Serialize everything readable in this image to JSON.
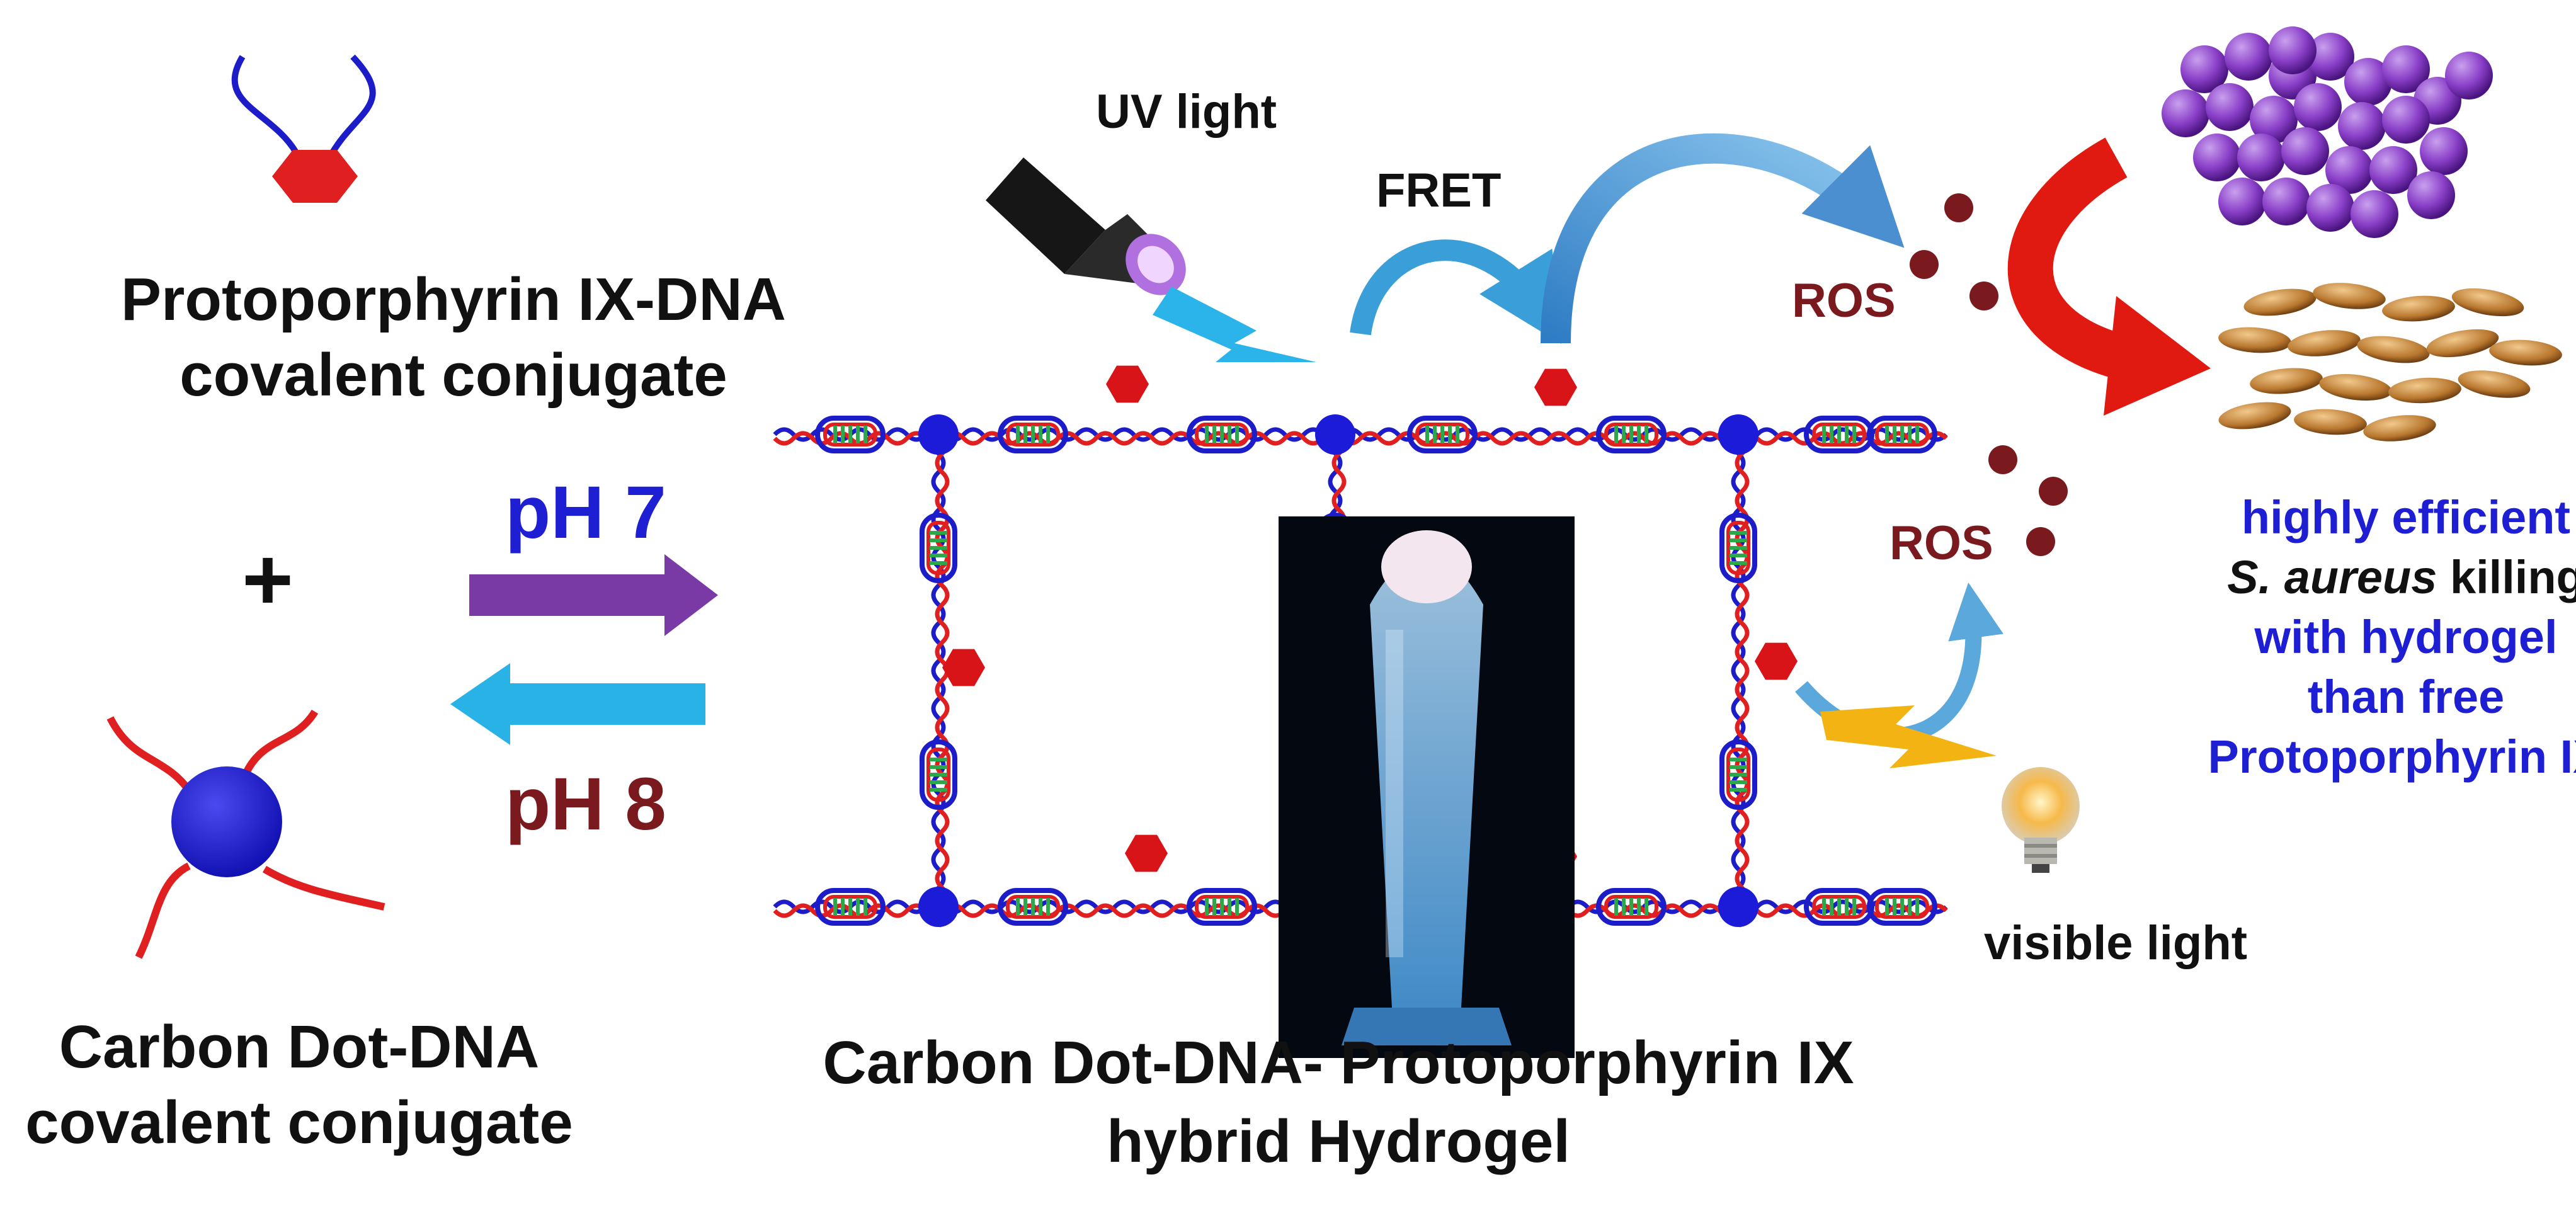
{
  "conjugates": {
    "ppix_line1": "Protoporphyrin IX-DNA",
    "ppix_line2": "covalent conjugate",
    "plus": "+",
    "cdot_line1": "Carbon Dot-DNA",
    "cdot_line2": "covalent conjugate"
  },
  "conditions": {
    "forward": "pH 7",
    "reverse": "pH 8"
  },
  "hydrogel": {
    "caption_line1": "Carbon Dot-DNA- Protoporphyrin IX",
    "caption_line2": "hybrid Hydrogel"
  },
  "process": {
    "uv": "UV light",
    "fret": "FRET",
    "ros_top": "ROS",
    "ros_bottom": "ROS",
    "visible": "visible light"
  },
  "outcome": {
    "line1": "highly efficient",
    "species": "S. aureus",
    "line2_rest": " killing",
    "line3": "with hydrogel",
    "line4": "than free",
    "line5": "Protoporphyrin IX"
  },
  "colors": {
    "dna_strand_a": "#1c1cc8",
    "dna_strand_b": "#e02020",
    "base_pair": "#2aa84a",
    "carbon_dot": "#1c1cd8",
    "porphyrin": "#d81418",
    "forward_arrow": "#7a3aa6",
    "reverse_arrow": "#29b2e6",
    "uv_bolt": "#2ab4ea",
    "visible_bolt": "#f3b413",
    "ros_dot": "#7a1a1e",
    "kill_arrow": "#e01a10",
    "fret_arrow": "#3a9fd8"
  },
  "icons": [
    "flashlight-icon",
    "light-bulb-icon",
    "lightning-bolt-icon",
    "bacteria-cluster-icon",
    "hydrogel-tube-photo"
  ]
}
